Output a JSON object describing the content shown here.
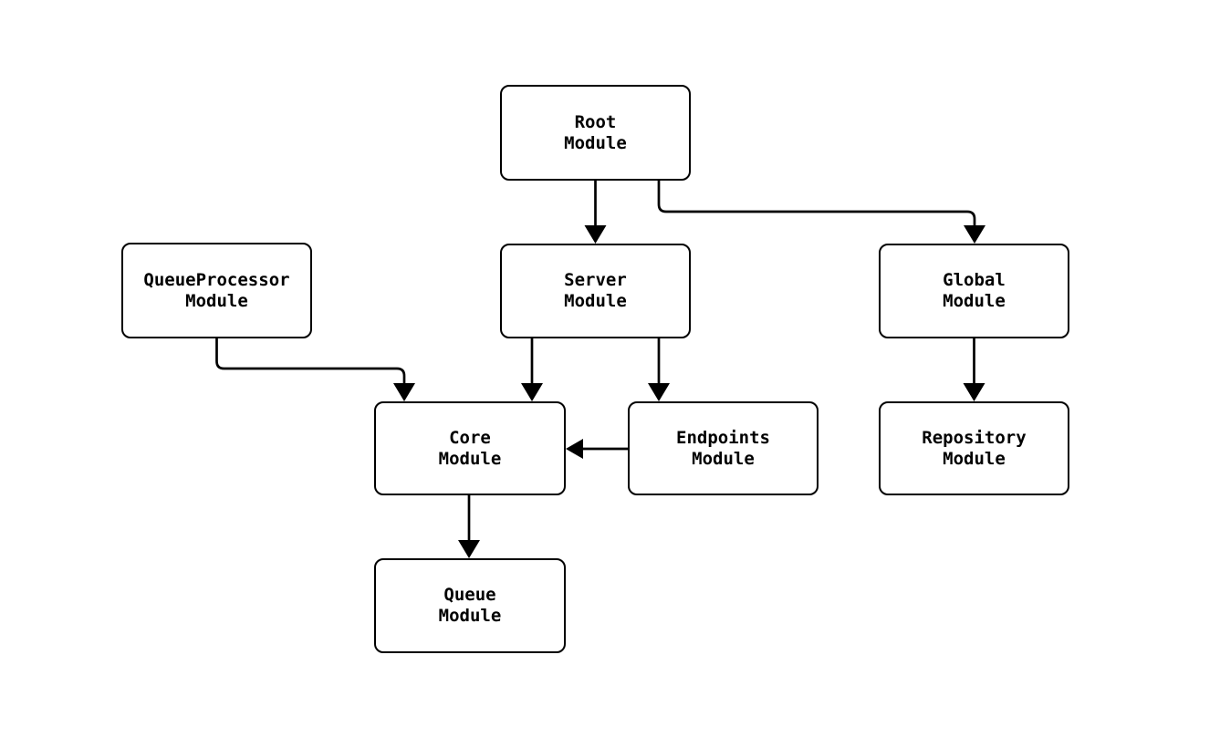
{
  "diagram": {
    "type": "module-dependency-graph",
    "background_color": "#ffffff",
    "stroke_color": "#000000",
    "text_color": "#000000",
    "nodes": {
      "root": {
        "line1": "Root",
        "line2": "Module"
      },
      "queue_processor": {
        "line1": "QueueProcessor",
        "line2": "Module"
      },
      "server": {
        "line1": "Server",
        "line2": "Module"
      },
      "global": {
        "line1": "Global",
        "line2": "Module"
      },
      "core": {
        "line1": "Core",
        "line2": "Module"
      },
      "endpoints": {
        "line1": "Endpoints",
        "line2": "Module"
      },
      "repository": {
        "line1": "Repository",
        "line2": "Module"
      },
      "queue": {
        "line1": "Queue",
        "line2": "Module"
      }
    },
    "edges": [
      {
        "from": "Root Module",
        "to": "Server Module"
      },
      {
        "from": "Root Module",
        "to": "Global Module"
      },
      {
        "from": "QueueProcessor Module",
        "to": "Core Module"
      },
      {
        "from": "Server Module",
        "to": "Core Module"
      },
      {
        "from": "Server Module",
        "to": "Endpoints Module"
      },
      {
        "from": "Endpoints Module",
        "to": "Core Module"
      },
      {
        "from": "Global Module",
        "to": "Repository Module"
      },
      {
        "from": "Core Module",
        "to": "Queue Module"
      }
    ]
  }
}
